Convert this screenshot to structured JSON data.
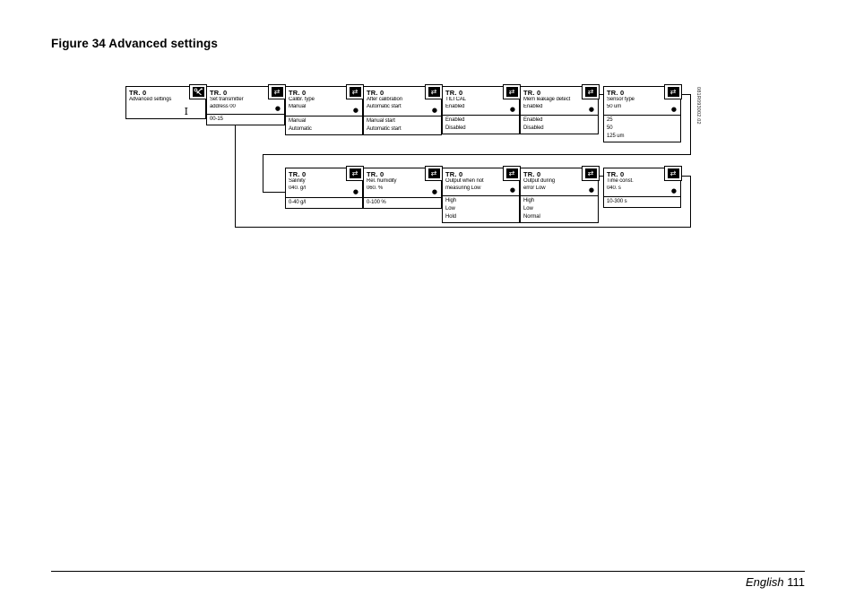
{
  "figure": {
    "title": "Figure 34 Advanced settings"
  },
  "footer": {
    "language": "English",
    "page": "111"
  },
  "side_code": "081R093002.02",
  "icons": {
    "nav_arrows_glyph": "⇄",
    "bullet_glyph": "●",
    "text_cursor_glyph": "I"
  },
  "diagram": {
    "rows": [
      {
        "boxes": [
          {
            "title": "TR. 0",
            "lines": [
              "Advanced settings"
            ],
            "options": [],
            "icon": "tools-icon",
            "bullet": false,
            "text_cursor": true
          },
          {
            "title": "TR. 0",
            "lines": [
              "Set transmitter",
              "address 00"
            ],
            "options": [
              "00-15"
            ],
            "icon": "nav-arrows-icon",
            "bullet": true,
            "text_cursor": false
          },
          {
            "title": "TR. 0",
            "lines": [
              "Calibr. type",
              "Manual"
            ],
            "options": [
              "Manual",
              "Automatic"
            ],
            "icon": "nav-arrows-icon",
            "bullet": true,
            "text_cursor": false
          },
          {
            "title": "TR. 0",
            "lines": [
              "After calibration",
              "Automatic start"
            ],
            "options": [
              "Manual start",
              "Automatic start"
            ],
            "icon": "nav-arrows-icon",
            "bullet": true,
            "text_cursor": false
          },
          {
            "title": "TR. 0",
            "lines": [
              "TILTCAL",
              "Enabled"
            ],
            "options": [
              "Enabled",
              "Disabled"
            ],
            "icon": "nav-arrows-icon",
            "bullet": true,
            "text_cursor": false
          },
          {
            "title": "TR. 0",
            "lines": [
              "Mem leakage detect",
              "Enabled"
            ],
            "options": [
              "Enabled",
              "Disabled"
            ],
            "icon": "nav-arrows-icon",
            "bullet": true,
            "text_cursor": false
          },
          {
            "title": "TR. 0",
            "lines": [
              "Sensor type",
              "50 um"
            ],
            "options": [
              "25",
              "50",
              "125 um"
            ],
            "icon": "nav-arrows-icon",
            "bullet": true,
            "text_cursor": false
          }
        ]
      },
      {
        "boxes": [
          {
            "title": "TR. 0",
            "lines": [
              "Salinity",
              "040. g/l"
            ],
            "options": [
              "0-40 g/l"
            ],
            "icon": "nav-arrows-icon",
            "bullet": true,
            "text_cursor": false
          },
          {
            "title": "TR. 0",
            "lines": [
              "Rel. humidity",
              "060. %"
            ],
            "options": [
              "0-100 %"
            ],
            "icon": "nav-arrows-icon",
            "bullet": true,
            "text_cursor": false
          },
          {
            "title": "TR. 0",
            "lines": [
              "Output when not",
              "measuring Low"
            ],
            "options": [
              "High",
              "Low",
              "Hold"
            ],
            "icon": "nav-arrows-icon",
            "bullet": true,
            "text_cursor": false
          },
          {
            "title": "TR. 0",
            "lines": [
              "Output during",
              "error Low"
            ],
            "options": [
              "High",
              "Low",
              "Normal"
            ],
            "icon": "nav-arrows-icon",
            "bullet": true,
            "text_cursor": false
          },
          {
            "title": "TR. 0",
            "lines": [
              "Time const.",
              "040. s"
            ],
            "options": [
              "10-300 s"
            ],
            "icon": "nav-arrows-icon",
            "bullet": true,
            "text_cursor": false
          }
        ]
      }
    ]
  }
}
